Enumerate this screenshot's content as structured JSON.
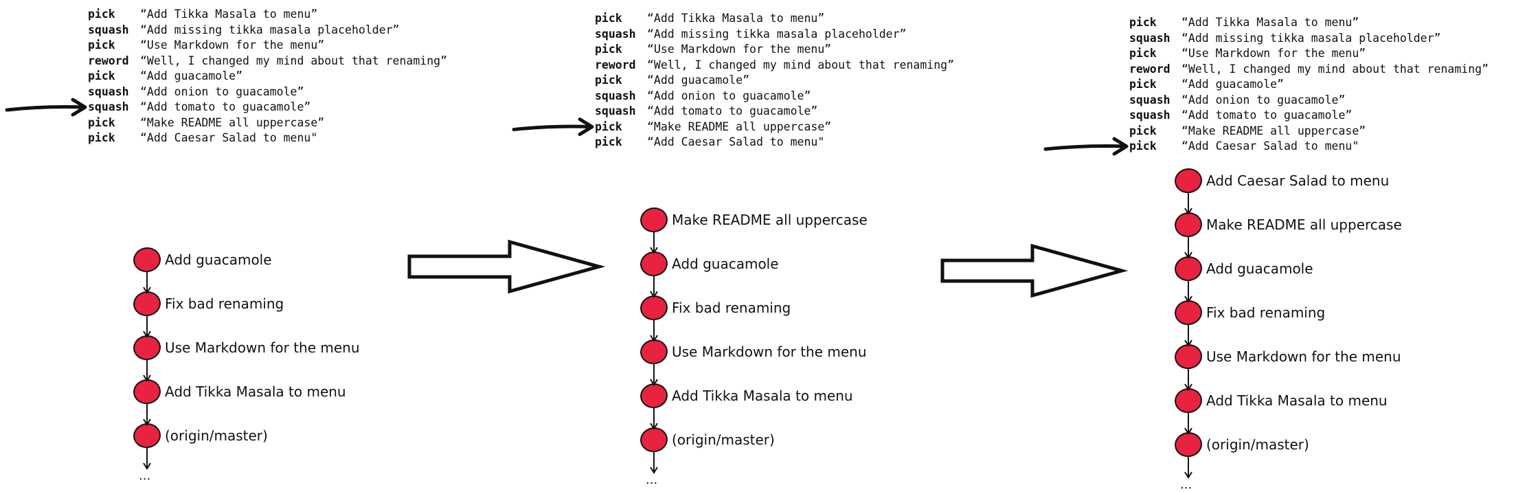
{
  "panels": [
    {
      "rebase_list": [
        {
          "cmd": "pick",
          "msg": "“Add Tikka Masala to menu”"
        },
        {
          "cmd": "squash",
          "msg": "“Add missing tikka masala placeholder”"
        },
        {
          "cmd": "pick",
          "msg": "“Use Markdown for the menu”"
        },
        {
          "cmd": "reword",
          "msg": "“Well, I changed my mind about that renaming”"
        },
        {
          "cmd": "pick",
          "msg": "“Add guacamole”"
        },
        {
          "cmd": "squash",
          "msg": "“Add onion to guacamole”"
        },
        {
          "cmd": "squash",
          "msg": "“Add tomato to guacamole”"
        },
        {
          "cmd": "pick",
          "msg": "“Make README all uppercase”"
        },
        {
          "cmd": "pick",
          "msg": "“Add Caesar Salad to menu\""
        }
      ],
      "current_step": 6,
      "commits": [
        "Add guacamole",
        "Fix bad renaming",
        "Use Markdown for the menu",
        "Add Tikka Masala to menu",
        "(origin/master)"
      ],
      "ellipsis": "..."
    },
    {
      "rebase_list": [
        {
          "cmd": "pick",
          "msg": "“Add Tikka Masala to menu”"
        },
        {
          "cmd": "squash",
          "msg": "“Add missing tikka masala placeholder”"
        },
        {
          "cmd": "pick",
          "msg": "“Use Markdown for the menu”"
        },
        {
          "cmd": "reword",
          "msg": "“Well, I changed my mind about that renaming”"
        },
        {
          "cmd": "pick",
          "msg": "“Add guacamole”"
        },
        {
          "cmd": "squash",
          "msg": "“Add onion to guacamole”"
        },
        {
          "cmd": "squash",
          "msg": "“Add tomato to guacamole”"
        },
        {
          "cmd": "pick",
          "msg": "“Make README all uppercase”"
        },
        {
          "cmd": "pick",
          "msg": "“Add Caesar Salad to menu\""
        }
      ],
      "current_step": 7,
      "commits": [
        "Make README all uppercase",
        "Add guacamole",
        "Fix bad renaming",
        "Use Markdown for the menu",
        "Add Tikka Masala to menu",
        "(origin/master)"
      ],
      "ellipsis": "..."
    },
    {
      "rebase_list": [
        {
          "cmd": "pick",
          "msg": "“Add Tikka Masala to menu”"
        },
        {
          "cmd": "squash",
          "msg": "“Add missing tikka masala placeholder”"
        },
        {
          "cmd": "pick",
          "msg": "“Use Markdown for the menu”"
        },
        {
          "cmd": "reword",
          "msg": "“Well, I changed my mind about that renaming”"
        },
        {
          "cmd": "pick",
          "msg": "“Add guacamole”"
        },
        {
          "cmd": "squash",
          "msg": "“Add onion to guacamole”"
        },
        {
          "cmd": "squash",
          "msg": "“Add tomato to guacamole”"
        },
        {
          "cmd": "pick",
          "msg": "“Make README all uppercase”"
        },
        {
          "cmd": "pick",
          "msg": "“Add Caesar Salad to menu\""
        }
      ],
      "current_step": 8,
      "commits": [
        "Add Caesar Salad to menu",
        "Make README all uppercase",
        "Add guacamole",
        "Fix bad renaming",
        "Use Markdown for the menu",
        "Add Tikka Masala to menu",
        "(origin/master)"
      ],
      "ellipsis": "..."
    }
  ],
  "colors": {
    "commit_fill": "#e8223f",
    "ink": "#111111"
  }
}
